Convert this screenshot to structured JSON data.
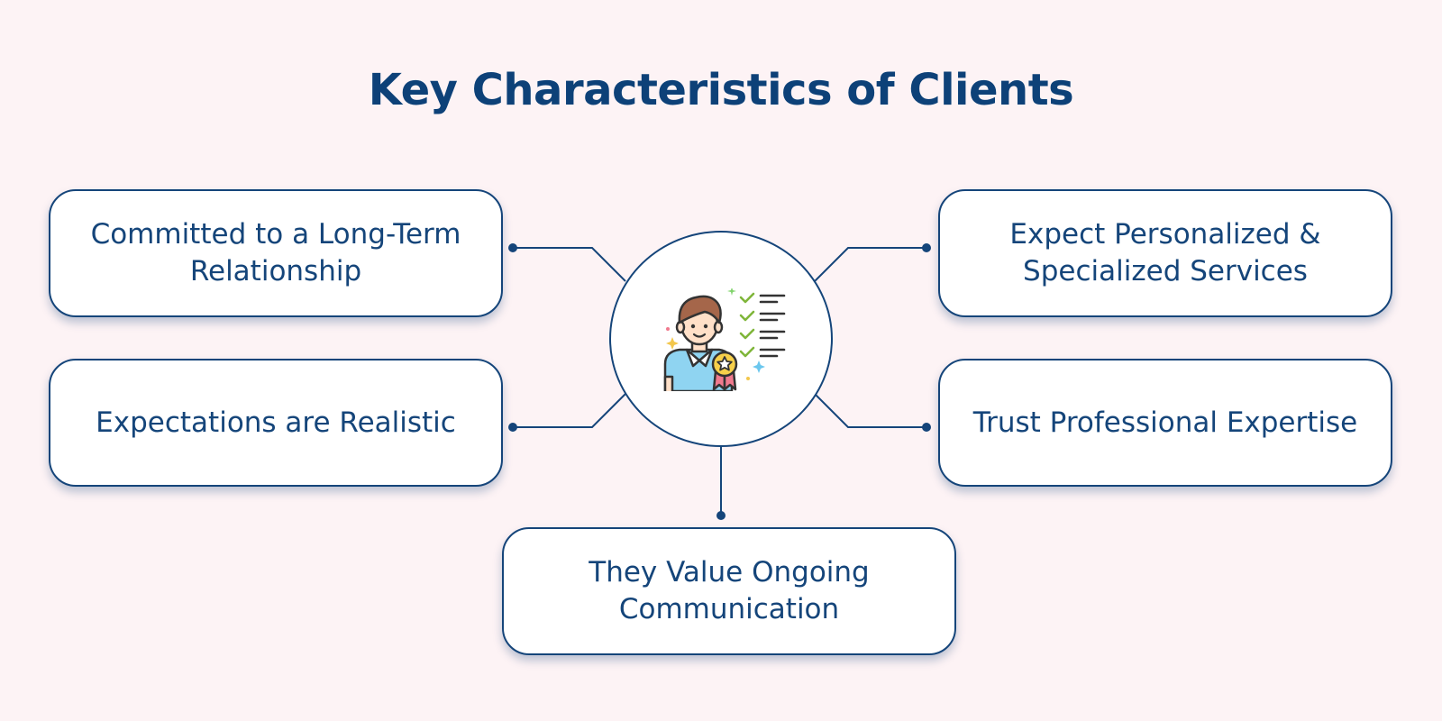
{
  "title": "Key Characteristics of Clients",
  "center": {
    "icon": "client-with-checklist-and-award-icon"
  },
  "nodes": {
    "top_left": "Committed to a Long-Term Relationship",
    "bottom_left": "Expectations are Realistic",
    "top_right": "Expect Personalized & Specialized Services",
    "bottom_right": "Trust Professional Expertise",
    "bottom_center": "They Value Ongoing Communication"
  },
  "colors": {
    "background": "#fdf3f5",
    "primary": "#15457a",
    "title": "#0d4178",
    "card": "#ffffff"
  }
}
